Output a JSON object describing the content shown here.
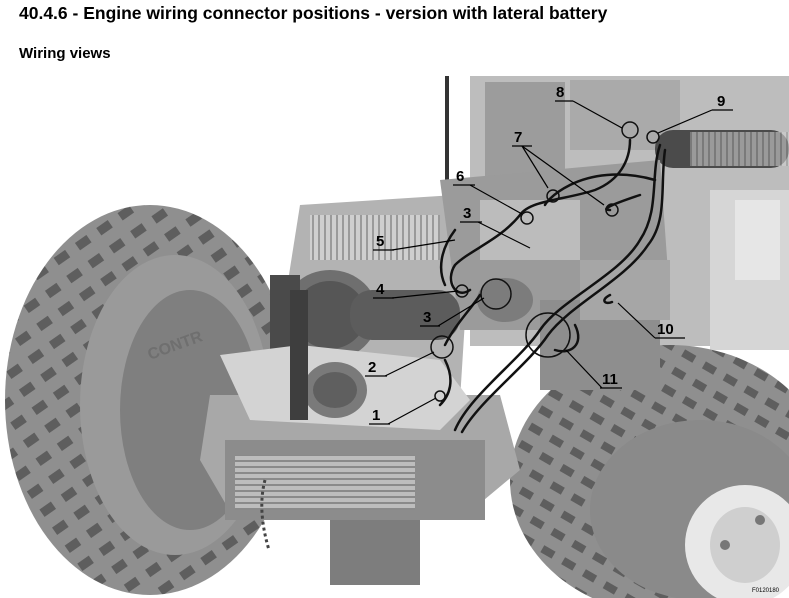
{
  "header": {
    "title": "40.4.6 - Engine wiring connector positions - version with lateral battery",
    "section": "Wiring views"
  },
  "figure": {
    "code": "F0120180",
    "callouts": [
      "1",
      "2",
      "3",
      "3",
      "4",
      "5",
      "6",
      "7",
      "8",
      "9",
      "10",
      "11"
    ],
    "colors": {
      "tyre": "#8f8f8f",
      "tyre_dark": "#5e5e5e",
      "body": "#c4c4c4",
      "body_light": "#dedede",
      "engine": "#9d9d9d",
      "wire": "#111111",
      "leader": "#000000"
    }
  }
}
